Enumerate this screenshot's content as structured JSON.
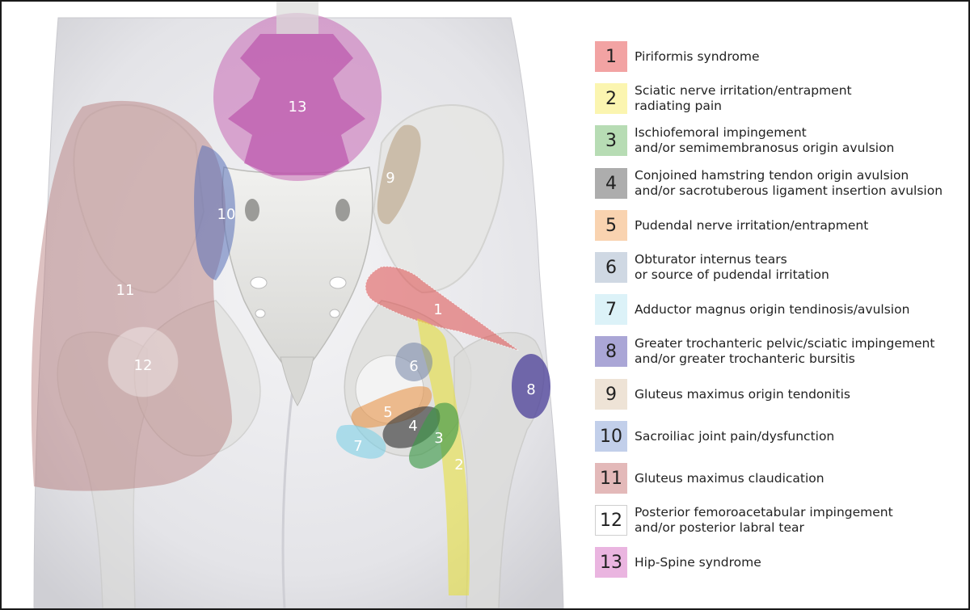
{
  "figure": {
    "region_labels": [
      "1",
      "2",
      "3",
      "4",
      "5",
      "6",
      "7",
      "8",
      "9",
      "10",
      "11",
      "12",
      "13"
    ]
  },
  "legend": {
    "items": [
      {
        "number": "1",
        "lines": [
          "Piriformis syndrome"
        ],
        "color": "#f2a3a3"
      },
      {
        "number": "2",
        "lines": [
          "Sciatic nerve irritation/entrapment",
          "radiating pain"
        ],
        "color": "#fbf5b0"
      },
      {
        "number": "3",
        "lines": [
          "Ischiofemoral impingement",
          "and/or semimembranosus origin avulsion"
        ],
        "color": "#b7dcb4"
      },
      {
        "number": "4",
        "lines": [
          "Conjoined hamstring tendon origin avulsion",
          "and/or sacrotuberous ligament insertion avulsion"
        ],
        "color": "#adadad"
      },
      {
        "number": "5",
        "lines": [
          "Pudendal nerve irritation/entrapment"
        ],
        "color": "#f9d3b0"
      },
      {
        "number": "6",
        "lines": [
          "Obturator internus tears",
          "or source of pudendal irritation"
        ],
        "color": "#cfd8e3"
      },
      {
        "number": "7",
        "lines": [
          "Adductor magnus origin tendinosis/avulsion"
        ],
        "color": "#dcf2f8"
      },
      {
        "number": "8",
        "lines": [
          "Greater trochanteric pelvic/sciatic impingement",
          "and/or greater trochanteric bursitis"
        ],
        "color": "#aaa6d6"
      },
      {
        "number": "9",
        "lines": [
          "Gluteus maximus origin tendonitis"
        ],
        "color": "#eee3d6"
      },
      {
        "number": "10",
        "lines": [
          "Sacroiliac joint pain/dysfunction"
        ],
        "color": "#c2cfea"
      },
      {
        "number": "11",
        "lines": [
          "Gluteus maximus claudication"
        ],
        "color": "#e3b9b9"
      },
      {
        "number": "12",
        "lines": [
          "Posterior femoroacetabular impingement",
          "and/or posterior labral tear"
        ],
        "color": "#ffffff"
      },
      {
        "number": "13",
        "lines": [
          "Hip-Spine syndrome"
        ],
        "color": "#eab5e0"
      }
    ]
  }
}
